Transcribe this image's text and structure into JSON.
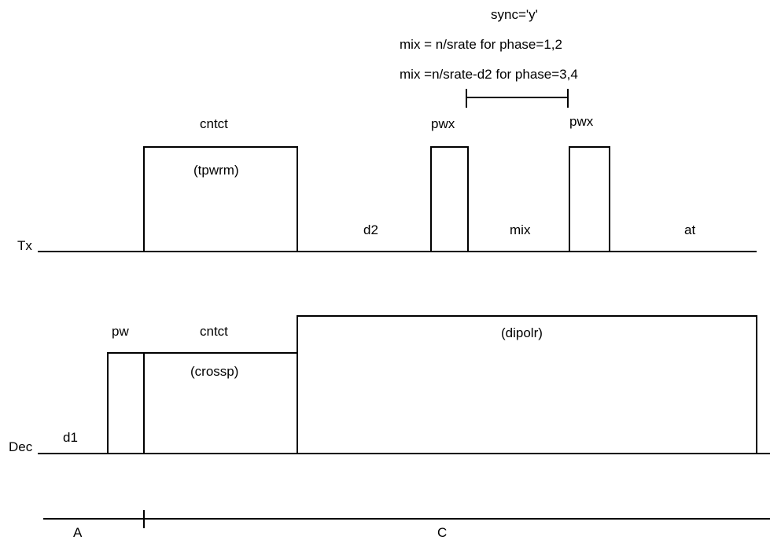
{
  "annotations": {
    "sync": "sync='y'",
    "mix_phase12": "mix = n/srate for phase=1,2",
    "mix_phase34": "mix =n/srate-d2 for phase=3,4"
  },
  "tx_channel": {
    "name": "Tx",
    "cntct_label": "cntct",
    "tpwrm_label": "(tpwrm)",
    "d2_label": "d2",
    "pwx1_label": "pwx",
    "mix_label": "mix",
    "pwx2_label": "pwx",
    "at_label": "at"
  },
  "dec_channel": {
    "name": "Dec",
    "d1_label": "d1",
    "pw_label": "pw",
    "cntct_label": "cntct",
    "crossp_label": "(crossp)",
    "dipolr_label": "(dipolr)"
  },
  "periods": {
    "a_label": "A",
    "c_label": "C"
  }
}
